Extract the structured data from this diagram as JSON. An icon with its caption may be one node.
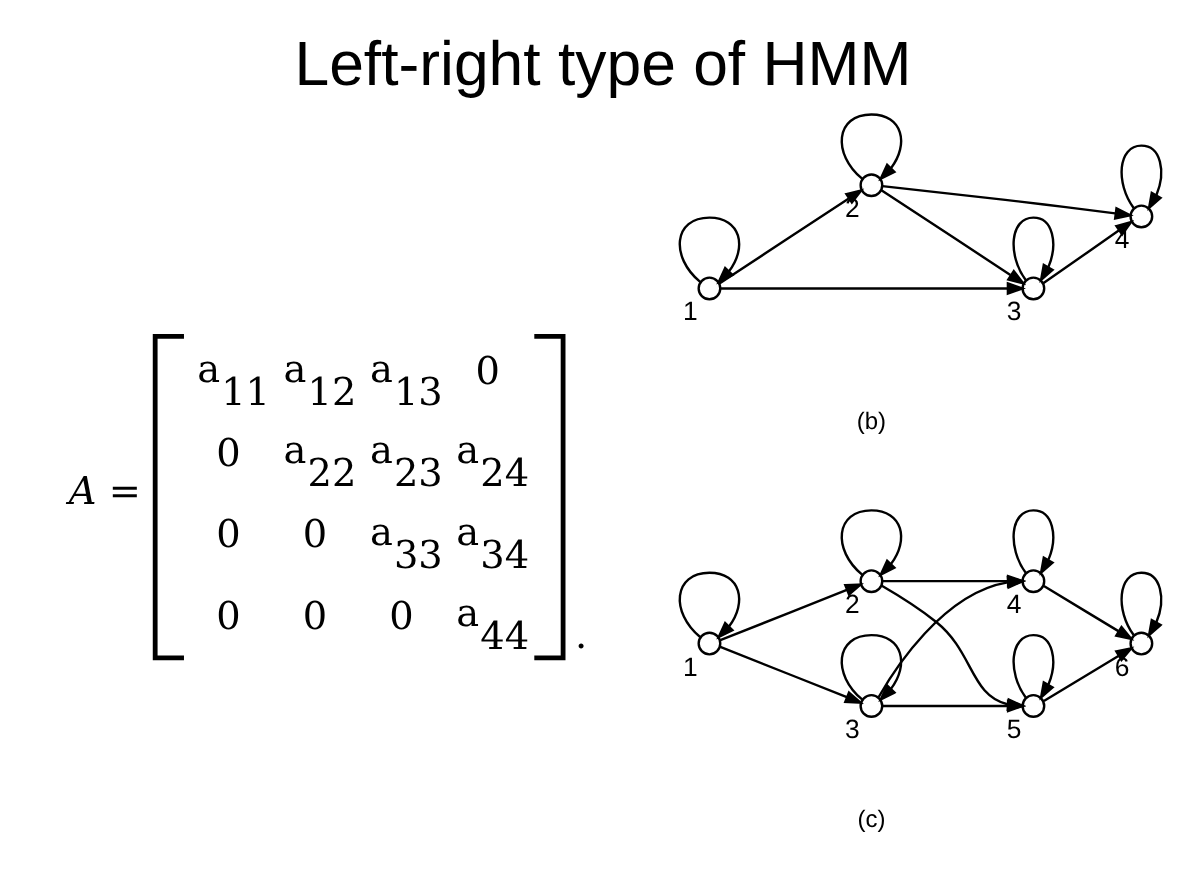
{
  "diagram": {
    "title": "Left-right type of HMM",
    "nodes": [
      {
        "text": [],
        "shape": "circle",
        "beside": [
          "1"
        ]
      },
      {
        "text": [],
        "shape": "circle",
        "beside": [
          "2"
        ]
      },
      {
        "text": [],
        "shape": "circle",
        "beside": [
          "3"
        ]
      },
      {
        "text": [],
        "shape": "circle",
        "beside": [
          "4"
        ]
      },
      {
        "text": [],
        "shape": "circle",
        "beside": [
          "1"
        ]
      },
      {
        "text": [],
        "shape": "circle",
        "beside": [
          "2"
        ]
      },
      {
        "text": [],
        "shape": "circle",
        "beside": [
          "3"
        ]
      },
      {
        "text": [],
        "shape": "circle",
        "beside": [
          "4"
        ]
      },
      {
        "text": [],
        "shape": "circle",
        "beside": [
          "5"
        ]
      },
      {
        "text": [],
        "shape": "circle",
        "beside": [
          "6"
        ]
      }
    ],
    "edges": [
      {
        "from": 0,
        "to": 0,
        "arrow": "to"
      },
      {
        "from": 1,
        "to": 1,
        "arrow": "to"
      },
      {
        "from": 2,
        "to": 2,
        "arrow": "to"
      },
      {
        "from": 3,
        "to": 3,
        "arrow": "to"
      },
      {
        "from": 0,
        "to": 1,
        "arrow": "to"
      },
      {
        "from": 1,
        "to": 2,
        "arrow": "to"
      },
      {
        "from": 2,
        "to": 3,
        "arrow": "to"
      },
      {
        "from": 0,
        "to": 2,
        "arrow": "to"
      },
      {
        "from": 1,
        "to": 3,
        "arrow": "to"
      },
      {
        "from": 4,
        "to": 4,
        "arrow": "to"
      },
      {
        "from": 5,
        "to": 5,
        "arrow": "to"
      },
      {
        "from": 6,
        "to": 6,
        "arrow": "to"
      },
      {
        "from": 7,
        "to": 7,
        "arrow": "to"
      },
      {
        "from": 8,
        "to": 8,
        "arrow": "to"
      },
      {
        "from": 9,
        "to": 9,
        "arrow": "to"
      },
      {
        "from": 4,
        "to": 5,
        "arrow": "to"
      },
      {
        "from": 4,
        "to": 6,
        "arrow": "to"
      },
      {
        "from": 5,
        "to": 7,
        "arrow": "to"
      },
      {
        "from": 5,
        "to": 8,
        "arrow": "to"
      },
      {
        "from": 6,
        "to": 7,
        "arrow": "to"
      },
      {
        "from": 6,
        "to": 8,
        "arrow": "to"
      },
      {
        "from": 7,
        "to": 9,
        "arrow": "to"
      },
      {
        "from": 8,
        "to": 9,
        "arrow": "to"
      }
    ],
    "labels": [
      "A =",
      "a$_{11}$",
      "a$_{12}$",
      "a$_{13}$",
      "0",
      "0",
      "a$_{22}$",
      "a$_{23}$",
      "a$_{24}$",
      "0",
      "0",
      "a$_{33}$",
      "a$_{34}$",
      "0",
      "0",
      "0",
      "a$_{44}$",
      ".",
      "(b)",
      "(c)"
    ]
  }
}
